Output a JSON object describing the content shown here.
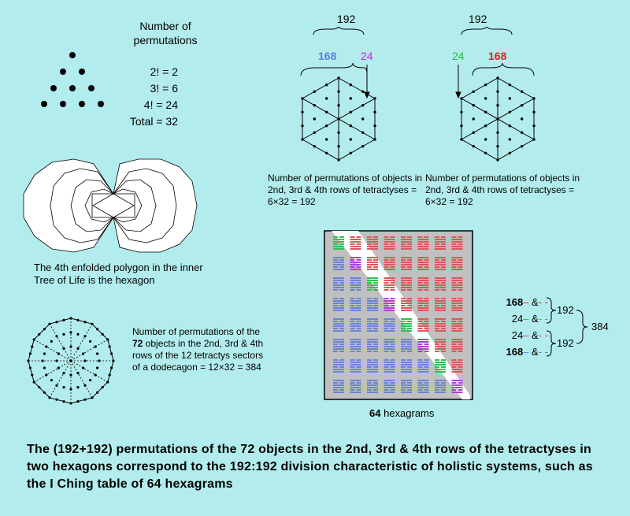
{
  "permutations": {
    "title": "Number of permutations",
    "rows": [
      "2! =   2",
      "3! =   6",
      "4! = 24"
    ],
    "total": "Total = 32"
  },
  "hexagon_left": {
    "total": "192",
    "part_a": "168",
    "part_b": "24",
    "caption": "Number of permutations of objects in 2nd, 3rd & 4th rows of tetractyses = 6×32 = 192"
  },
  "hexagon_right": {
    "total": "192",
    "part_a": "24",
    "part_b": "168",
    "caption": "Number of permutations of objects in 2nd, 3rd & 4th rows of tetractyses = 6×32 = 192"
  },
  "polygon_caption": "The 4th enfolded polygon in the inner Tree of Life is the hexagon",
  "dodecagon_caption": {
    "line1": "Number of permutations of the",
    "bold": "72",
    "line2": " objects in the 2nd, 3rd & 4th",
    "line3": "rows of the 12 tetractys sectors",
    "line4": "of a dodecagon = 12×32 = 384"
  },
  "iching": {
    "caption_bold": "64",
    "caption_rest": " hexagrams"
  },
  "legend": {
    "rows": [
      {
        "num": "168",
        "sym": "– &",
        "bold": true
      },
      {
        "num": "24",
        "sym": "– &",
        "bold": false
      },
      {
        "num": "24",
        "sym": "– &",
        "bold": false
      },
      {
        "num": "168",
        "sym": "– &",
        "bold": true
      }
    ],
    "group1": "192",
    "group2": "192",
    "total": "384"
  },
  "colors": {
    "background": "#b3ecec",
    "blue": "#5b7fe0",
    "magenta": "#d020e0",
    "green": "#20c040",
    "red": "#e02020",
    "hex_red": "#d85a5a",
    "hex_blue": "#6a84d6",
    "hex_green": "#30c050",
    "hex_purple": "#b040d0"
  },
  "bottom_text": "The (192+192) permutations of the 72 objects in the 2nd, 3rd & 4th rows of the tetractyses in two hexagons correspond to the 192:192 division characteristic of holistic systems, such as the I Ching table of 64 hexagrams"
}
